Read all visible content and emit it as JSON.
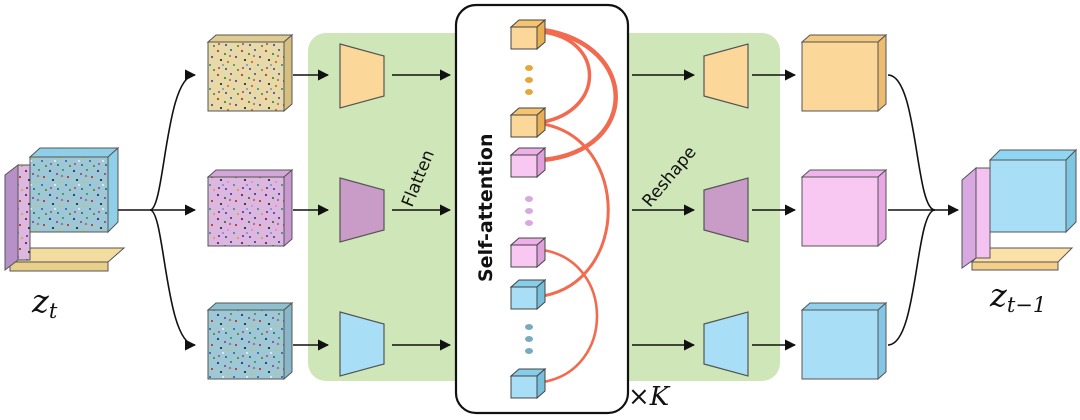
{
  "labels": {
    "input": "z",
    "input_sub": "t",
    "output": "z",
    "output_sub": "t−1",
    "flatten": "Flatten",
    "reshape": "Reshape",
    "self_attention": "Self-attention",
    "repeat": "×K"
  },
  "colors": {
    "panel": "#cfe6b8",
    "orange": "#fbd89a",
    "pink": "#f9c8f2",
    "blue": "#a9dff6",
    "purple": "#c99cc8",
    "attention_link": "#f26b4f",
    "line": "#111111"
  },
  "icons": {
    "encoder": "trapezoid-encoder-icon",
    "decoder": "trapezoid-decoder-icon",
    "token": "cube-token-icon",
    "noise": "noise-latent-icon"
  }
}
